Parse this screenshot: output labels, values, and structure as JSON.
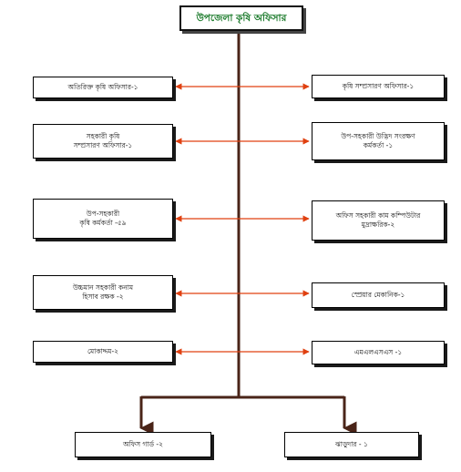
{
  "colors": {
    "trunk": "#4a2418",
    "arrows": "#e04010",
    "title_text": "#1a7a2a"
  },
  "top": {
    "label": "উপজেলা কৃষি অফিসার"
  },
  "left": [
    {
      "lines": [
        "অতিরিক্ত কৃষি অফিসার-১"
      ]
    },
    {
      "lines": [
        "সহকারী কৃষি",
        "সম্প্রসারণ অফিসার-১"
      ]
    },
    {
      "lines": [
        "উপ-সহকারী",
        "কৃষি কর্মকর্তা -৫৯"
      ]
    },
    {
      "lines": [
        "উচ্চমান সহকারী কনাম",
        "হিসাব রক্ষক -২"
      ]
    },
    {
      "lines": [
        "মোকাদ্দম-২"
      ]
    }
  ],
  "right": [
    {
      "lines": [
        "কৃষি সম্প্রসারণ অফিসার-১"
      ]
    },
    {
      "lines": [
        "উপ-সহকারী উদ্ভিদ সংরক্ষণ",
        "কর্মকর্তা -১"
      ]
    },
    {
      "lines": [
        "অফিস সহকারী কাম কম্পিউটার",
        "মুদ্রাক্ষরিক-২"
      ]
    },
    {
      "lines": [
        "স্প্রেয়ার মেকানিক-১"
      ]
    },
    {
      "lines": [
        "এমএলএসএস -১"
      ]
    }
  ],
  "bottom": [
    {
      "label": "অফিস গার্ড -২"
    },
    {
      "label": "ঝাড়ুদার - ১"
    }
  ]
}
